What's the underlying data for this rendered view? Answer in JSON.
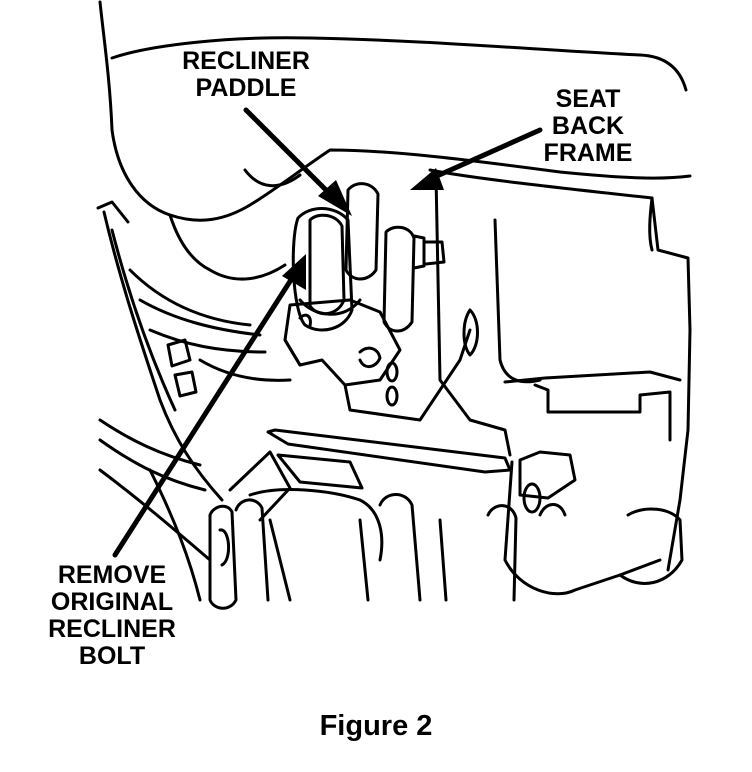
{
  "labels": {
    "recliner_paddle": [
      "RECLINER",
      "PADDLE"
    ],
    "seat_back_frame": [
      "SEAT",
      "BACK",
      "FRAME"
    ],
    "remove_bolt": [
      "REMOVE",
      "ORIGINAL",
      "RECLINER",
      "BOLT"
    ]
  },
  "caption": "Figure 2",
  "colors": {
    "ink": "#000000",
    "paper": "#ffffff"
  }
}
